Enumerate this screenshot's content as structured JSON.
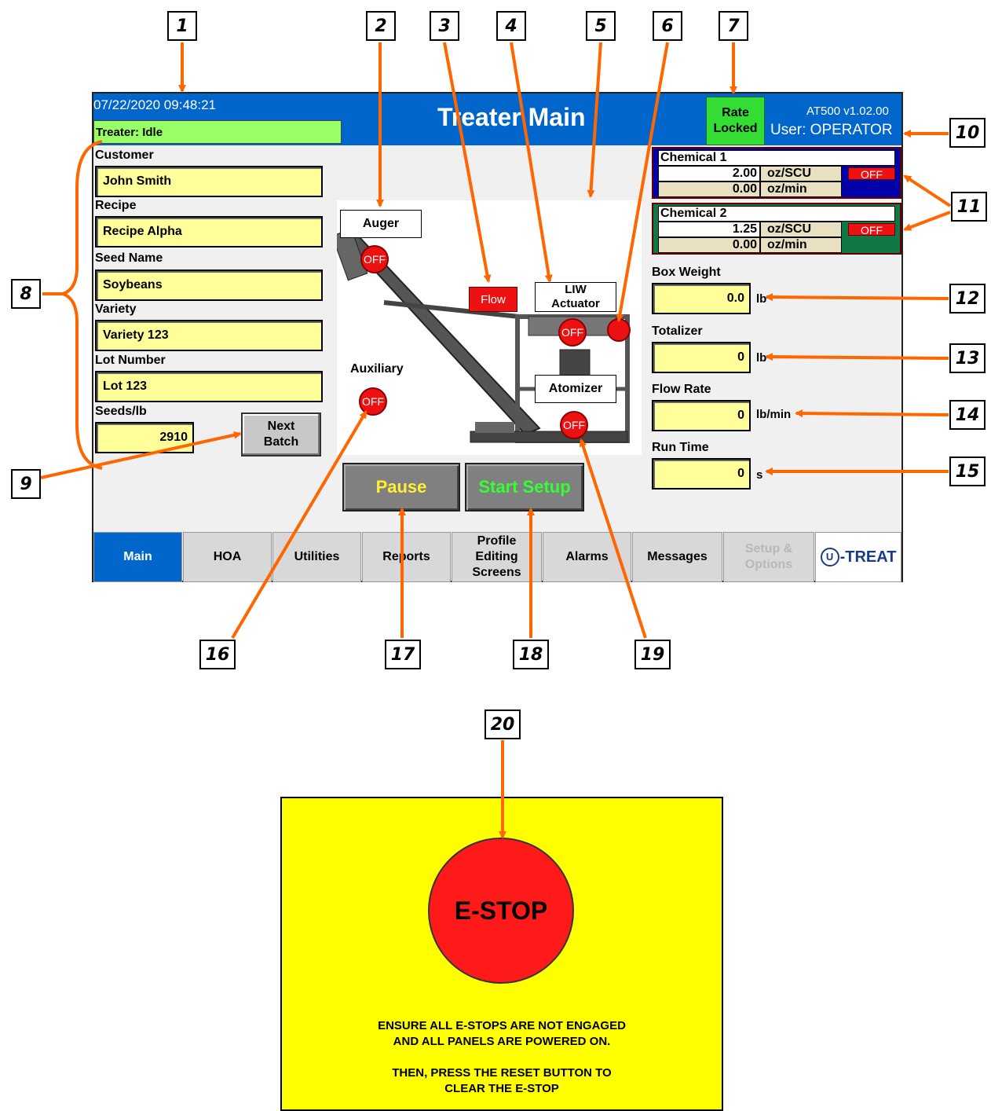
{
  "callouts": [
    "1",
    "2",
    "3",
    "4",
    "5",
    "6",
    "7",
    "8",
    "9",
    "10",
    "11",
    "12",
    "13",
    "14",
    "15",
    "16",
    "17",
    "18",
    "19",
    "20"
  ],
  "header": {
    "datetime": "07/22/2020 09:48:21",
    "status": "Treater: Idle",
    "title": "Treater Main",
    "rate_locked": "Rate Locked",
    "version": "AT500 v1.02.00",
    "user": "User: OPERATOR"
  },
  "batch": {
    "customer_label": "Customer",
    "customer": "John Smith",
    "recipe_label": "Recipe",
    "recipe": "Recipe Alpha",
    "seed_label": "Seed Name",
    "seed": "Soybeans",
    "variety_label": "Variety",
    "variety": "Variety 123",
    "lot_label": "Lot Number",
    "lot": "Lot 123",
    "seeds_lb_label": "Seeds/lb",
    "seeds_lb": "2910",
    "next_batch": "Next Batch"
  },
  "diagram": {
    "auger": "Auger",
    "auger_state": "OFF",
    "flow": "Flow",
    "liw": "LIW Actuator",
    "liw_state": "OFF",
    "auxiliary": "Auxiliary",
    "aux_state": "OFF",
    "atomizer": "Atomizer",
    "atomizer_state": "OFF"
  },
  "chemicals": [
    {
      "name": "Chemical 1",
      "rate": "2.00",
      "rate_unit": "oz/SCU",
      "flow": "0.00",
      "flow_unit": "oz/min",
      "state": "OFF",
      "color": "#0000aa"
    },
    {
      "name": "Chemical 2",
      "rate": "1.25",
      "rate_unit": "oz/SCU",
      "flow": "0.00",
      "flow_unit": "oz/min",
      "state": "OFF",
      "color": "#117744"
    }
  ],
  "readouts": {
    "box_weight_label": "Box Weight",
    "box_weight": "0.0",
    "box_weight_unit": "lb",
    "totalizer_label": "Totalizer",
    "totalizer": "0",
    "totalizer_unit": "lb",
    "flow_rate_label": "Flow Rate",
    "flow_rate": "0",
    "flow_rate_unit": "lb/min",
    "run_time_label": "Run Time",
    "run_time": "0",
    "run_time_unit": "s"
  },
  "controls": {
    "pause": "Pause",
    "start_setup": "Start Setup"
  },
  "tabs": {
    "main": "Main",
    "hoa": "HOA",
    "utilities": "Utilities",
    "reports": "Reports",
    "profile": "Profile Editing Screens",
    "alarms": "Alarms",
    "messages": "Messages",
    "setup": "Setup & Options",
    "logo": "-TREAT"
  },
  "estop": {
    "button": "E-STOP",
    "line1": "ENSURE ALL E-STOPS ARE NOT ENGAGED",
    "line2": "AND ALL PANELS ARE POWERED ON.",
    "line3": "THEN, PRESS THE RESET BUTTON TO",
    "line4": "CLEAR THE E-STOP"
  },
  "colors": {
    "header": "#0066cc",
    "field": "#ffff99",
    "status": "#99ff66",
    "callout_arrow": "#ff6600",
    "estop_bg": "#ffff00",
    "estop_btn": "#ff1a1a"
  }
}
